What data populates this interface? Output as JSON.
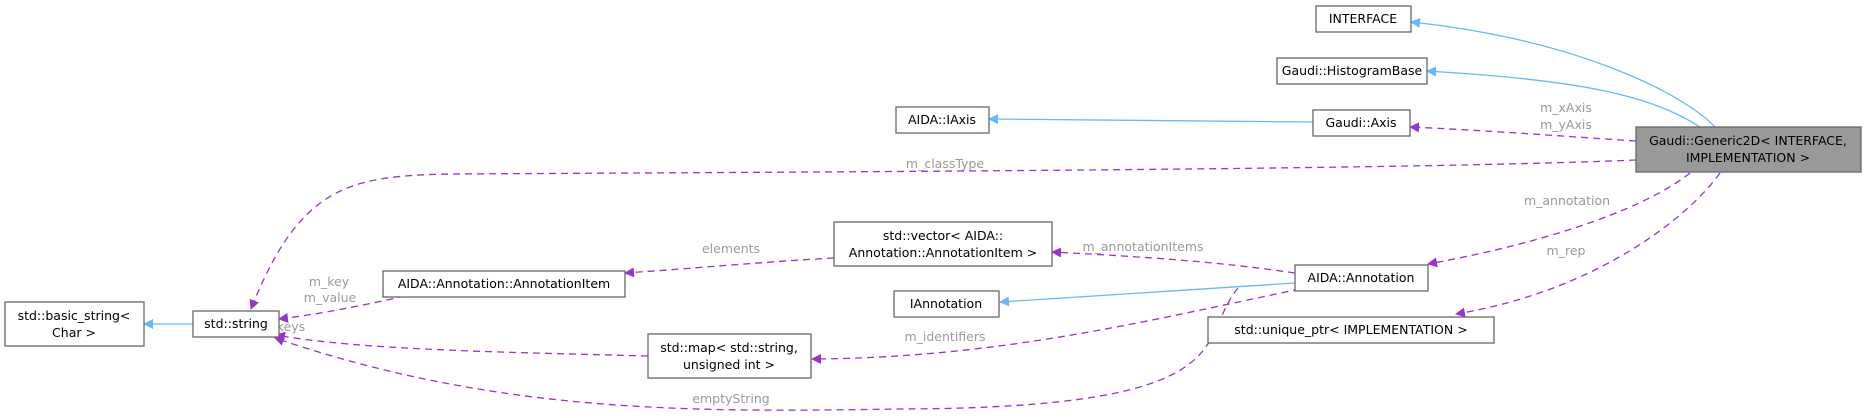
{
  "nodes": {
    "interface": [
      "INTERFACE"
    ],
    "histogram_base": [
      "Gaudi::HistogramBase"
    ],
    "iaxis": [
      "AIDA::IAxis"
    ],
    "axis": [
      "Gaudi::Axis"
    ],
    "generic2d": [
      "Gaudi::Generic2D< INTERFACE,",
      "IMPLEMENTATION >"
    ],
    "vector_items": [
      "std::vector< AIDA::",
      "Annotation::AnnotationItem >"
    ],
    "annotation_item": [
      "AIDA::Annotation::AnnotationItem"
    ],
    "annotation": [
      "AIDA::Annotation"
    ],
    "iannotation": [
      "IAnnotation"
    ],
    "basic_string": [
      "std::basic_string<",
      "Char >"
    ],
    "string": [
      "std::string"
    ],
    "map": [
      "std::map< std::string,",
      "unsigned int >"
    ],
    "unique_ptr": [
      "std::unique_ptr< IMPLEMENTATION >"
    ]
  },
  "edge_labels": {
    "axes": [
      "m_xAxis",
      "m_yAxis"
    ],
    "class_type": [
      "m_classType"
    ],
    "annotation": [
      "m_annotation"
    ],
    "rep": [
      "m_rep"
    ],
    "elements": [
      "elements"
    ],
    "annotation_items": [
      "m_annotationItems"
    ],
    "key_value": [
      "m_key",
      "m_value"
    ],
    "keys": [
      "keys"
    ],
    "identifiers": [
      "m_identifiers"
    ],
    "empty_string": [
      "emptyString"
    ]
  },
  "colors": {
    "inheritance": "#63b8ff",
    "usage": "#9a32cd",
    "focus_fill": "#999999",
    "label": "#9a9a9a"
  }
}
